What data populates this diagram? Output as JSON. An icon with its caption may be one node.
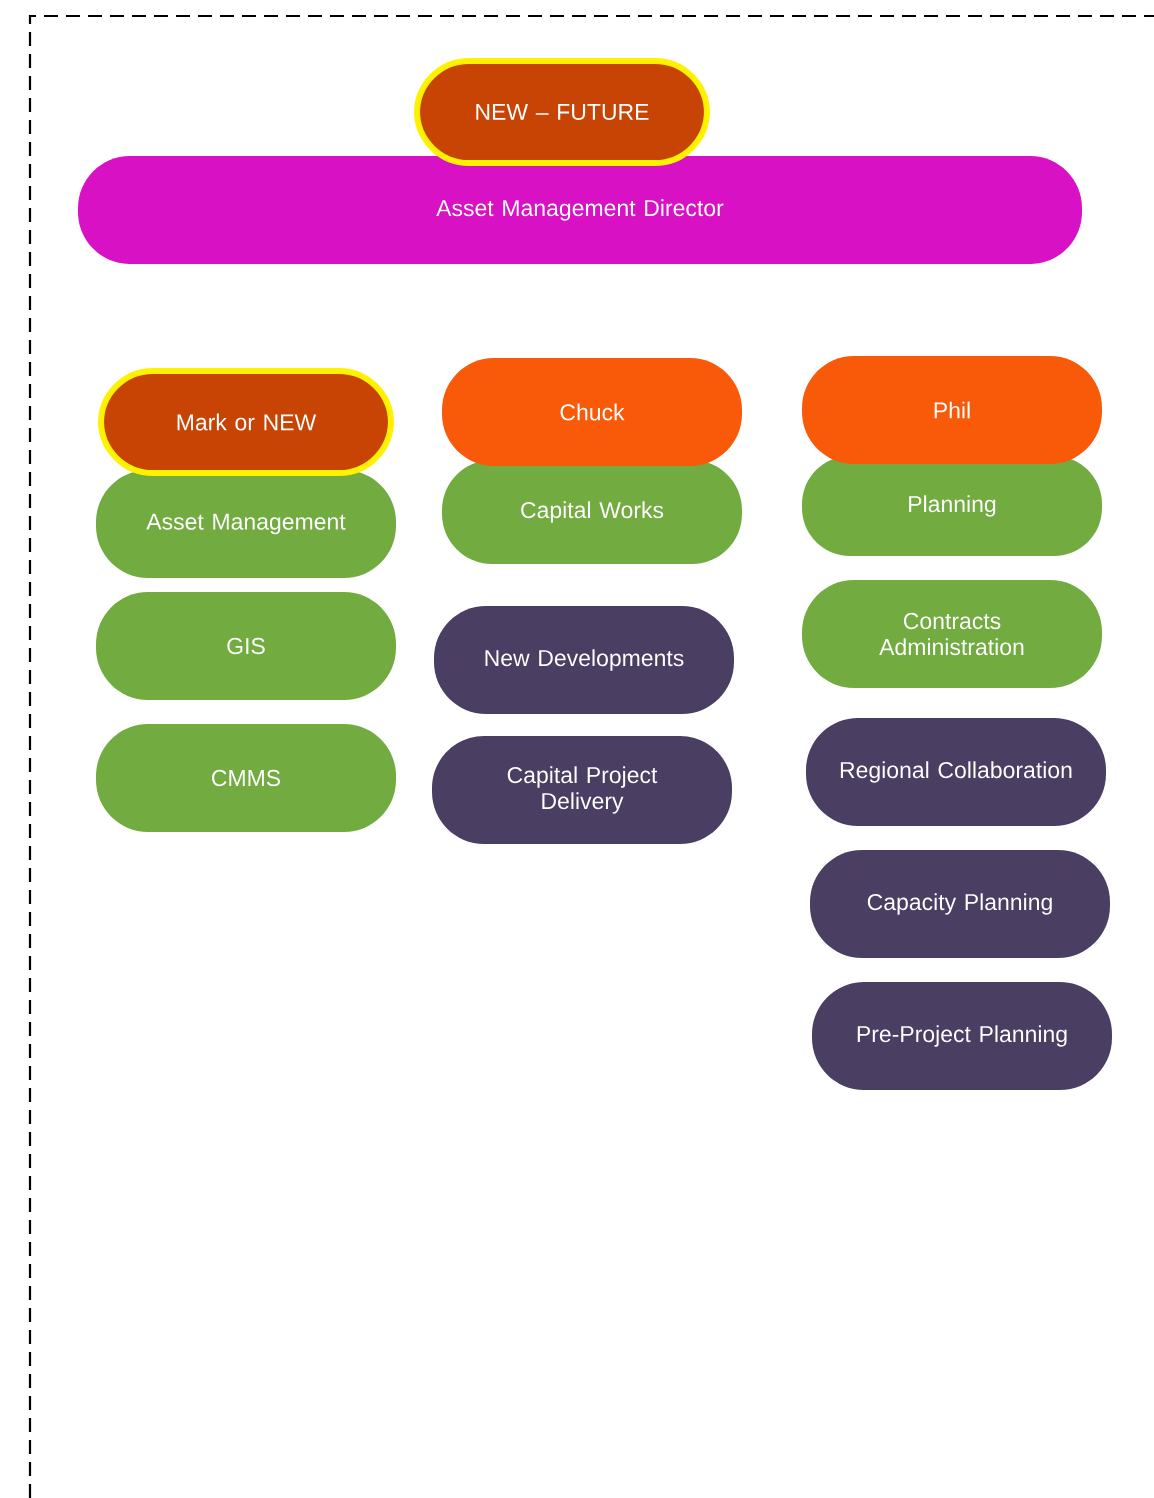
{
  "diagram": {
    "nodes": [
      {
        "text": [
          "NEW – FUTURE"
        ]
      },
      {
        "text": [
          "Asset Management Director"
        ]
      },
      {
        "text": [
          "Mark or NEW"
        ]
      },
      {
        "text": [
          "Asset Management"
        ]
      },
      {
        "text": [
          "GIS"
        ]
      },
      {
        "text": [
          "CMMS"
        ]
      },
      {
        "text": [
          "Chuck"
        ]
      },
      {
        "text": [
          "Capital Works"
        ]
      },
      {
        "text": [
          "New Developments"
        ]
      },
      {
        "text": [
          "Capital Project Delivery"
        ]
      },
      {
        "text": [
          "Phil"
        ]
      },
      {
        "text": [
          "Planning"
        ]
      },
      {
        "text": [
          "Contracts Administration"
        ]
      },
      {
        "text": [
          "Regional Collaboration"
        ]
      },
      {
        "text": [
          "Capacity Planning"
        ]
      },
      {
        "text": [
          "Pre-Project Planning"
        ]
      }
    ]
  }
}
